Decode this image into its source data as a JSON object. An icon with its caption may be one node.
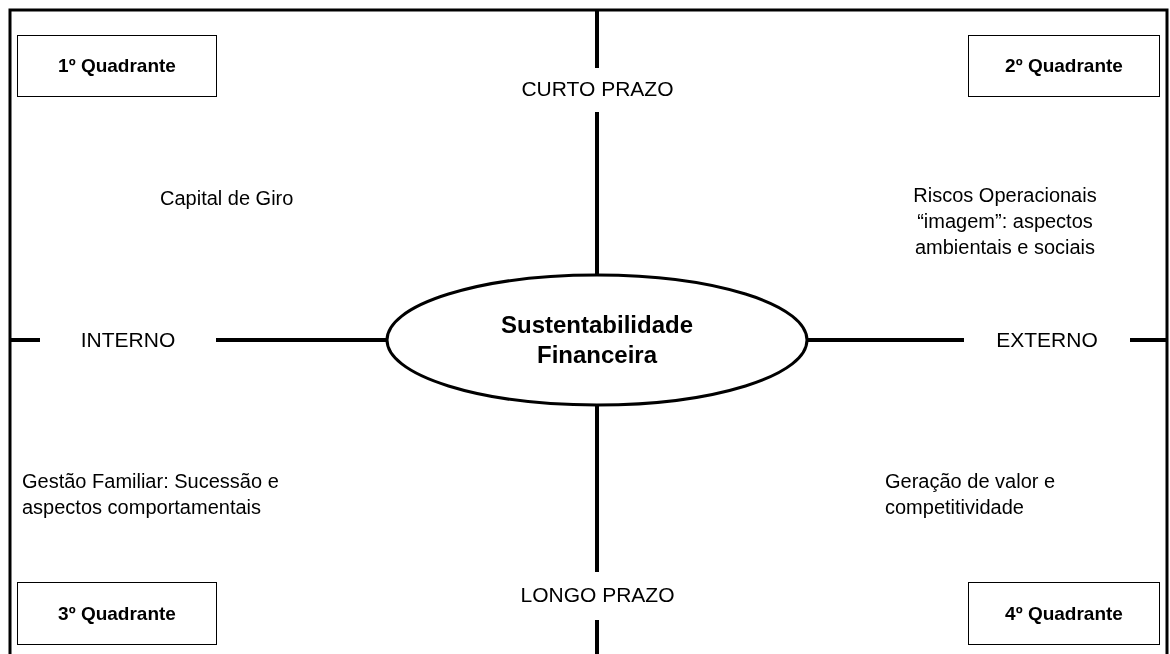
{
  "diagram": {
    "nodes": [
      {
        "text": [
          "Sustentabilidade Financeira"
        ]
      },
      {
        "text": [
          "1º Quadrante"
        ]
      },
      {
        "text": [
          "2º Quadrante"
        ]
      },
      {
        "text": [
          "3º Quadrante"
        ]
      },
      {
        "text": [
          "4º Quadrante"
        ]
      },
      {
        "text": [
          "CURTO PRAZO"
        ]
      },
      {
        "text": [
          "LONGO PRAZO"
        ]
      },
      {
        "text": [
          "INTERNO"
        ]
      },
      {
        "text": [
          "EXTERNO"
        ]
      }
    ],
    "edges": [
      {
        "from": 0,
        "to": 5,
        "arrow": "none"
      },
      {
        "from": 0,
        "to": 6,
        "arrow": "none"
      },
      {
        "from": 0,
        "to": 7,
        "arrow": "none"
      },
      {
        "from": 0,
        "to": 8,
        "arrow": "none"
      }
    ],
    "labels": [
      "Capital de Giro",
      "Riscos Operacionais “imagem”: aspectos ambientais e sociais",
      "Gestão Familiar: Sucessão e aspectos comportamentais",
      "Geração de valor e competitividade"
    ]
  }
}
